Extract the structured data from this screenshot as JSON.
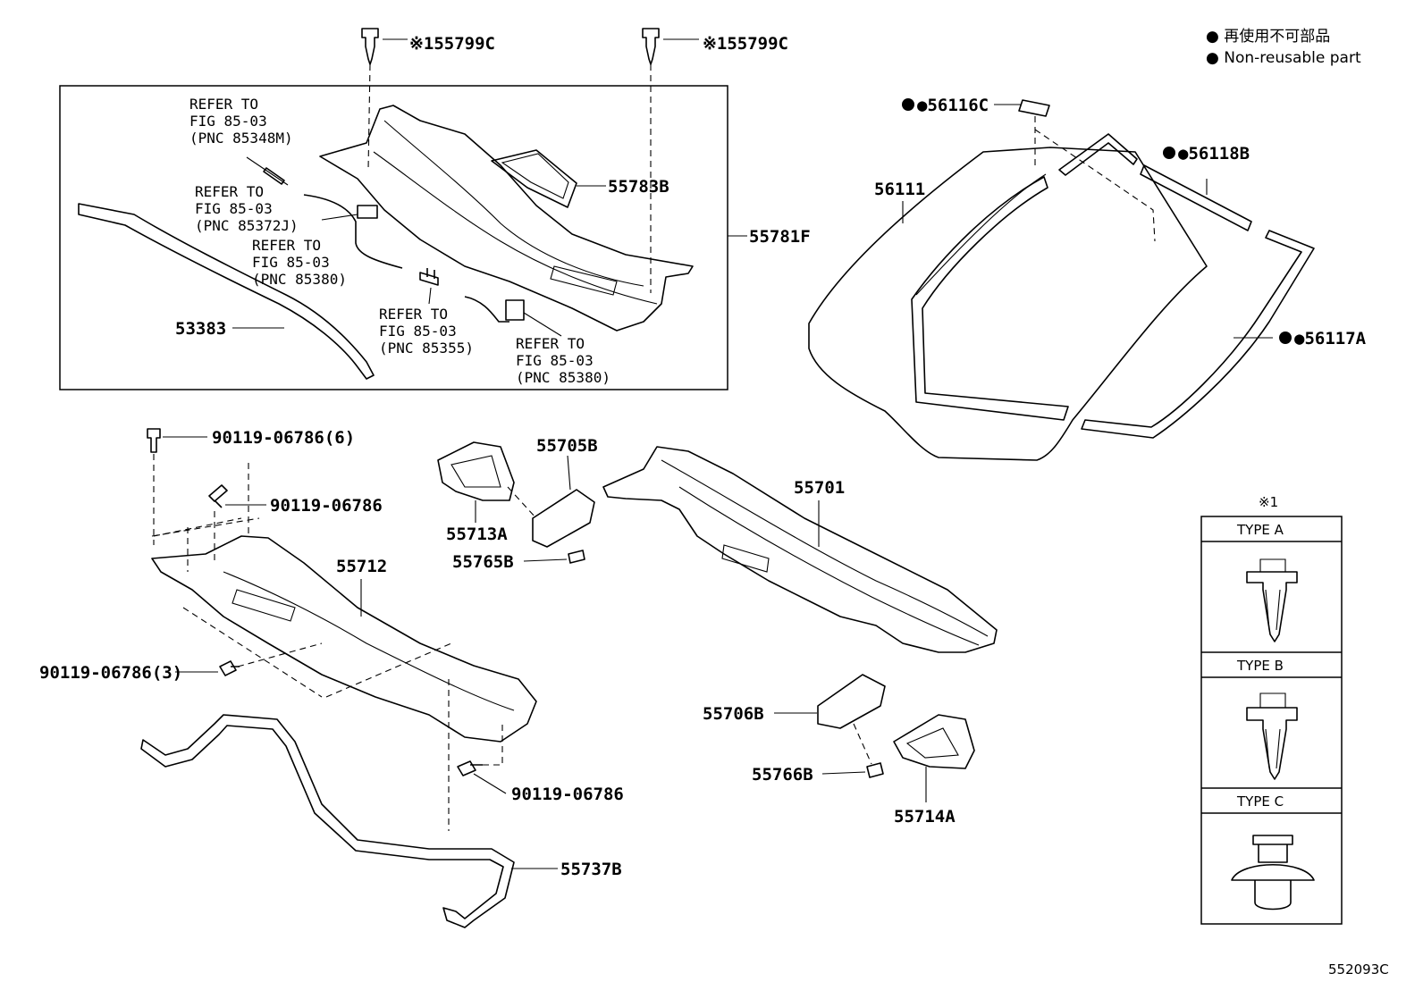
{
  "legend": {
    "jp": "● 再使用不可部品",
    "en": "● Non-reusable part"
  },
  "labels": {
    "clip_left": "※155799C",
    "clip_right": "※155799C",
    "p56116C": "●56116C",
    "p56118B": "●56118B",
    "p56111": "56111",
    "p56117A": "●56117A",
    "p55783B": "55783B",
    "p55781F": "55781F",
    "p53383": "53383",
    "p55705B": "55705B",
    "p55713A": "55713A",
    "p55765B": "55765B",
    "p55701": "55701",
    "p55712": "55712",
    "bolt_top": "90119-06786(6)",
    "bolt_mid": "90119-06786",
    "bolt_left": "90119-06786(3)",
    "bolt_low": "90119-06786",
    "p55737B": "55737B",
    "p55706B": "55706B",
    "p55766B": "55766B",
    "p55714A": "55714A",
    "figure_code": "552093C"
  },
  "refer_notes": [
    {
      "l1": "REFER TO",
      "l2": "FIG 85-03",
      "l3": "(PNC 85348M)"
    },
    {
      "l1": "REFER TO",
      "l2": "FIG 85-03",
      "l3": "(PNC 85372J)"
    },
    {
      "l1": "REFER TO",
      "l2": "FIG 85-03",
      "l3": "(PNC 85380)"
    },
    {
      "l1": "REFER TO",
      "l2": "FIG 85-03",
      "l3": "(PNC 85355)"
    },
    {
      "l1": "REFER TO",
      "l2": "FIG 85-03",
      "l3": "(PNC 85380)"
    }
  ],
  "clip_types": {
    "mark": "※1",
    "type_a": "TYPE A",
    "type_b": "TYPE B",
    "type_c": "TYPE C"
  }
}
